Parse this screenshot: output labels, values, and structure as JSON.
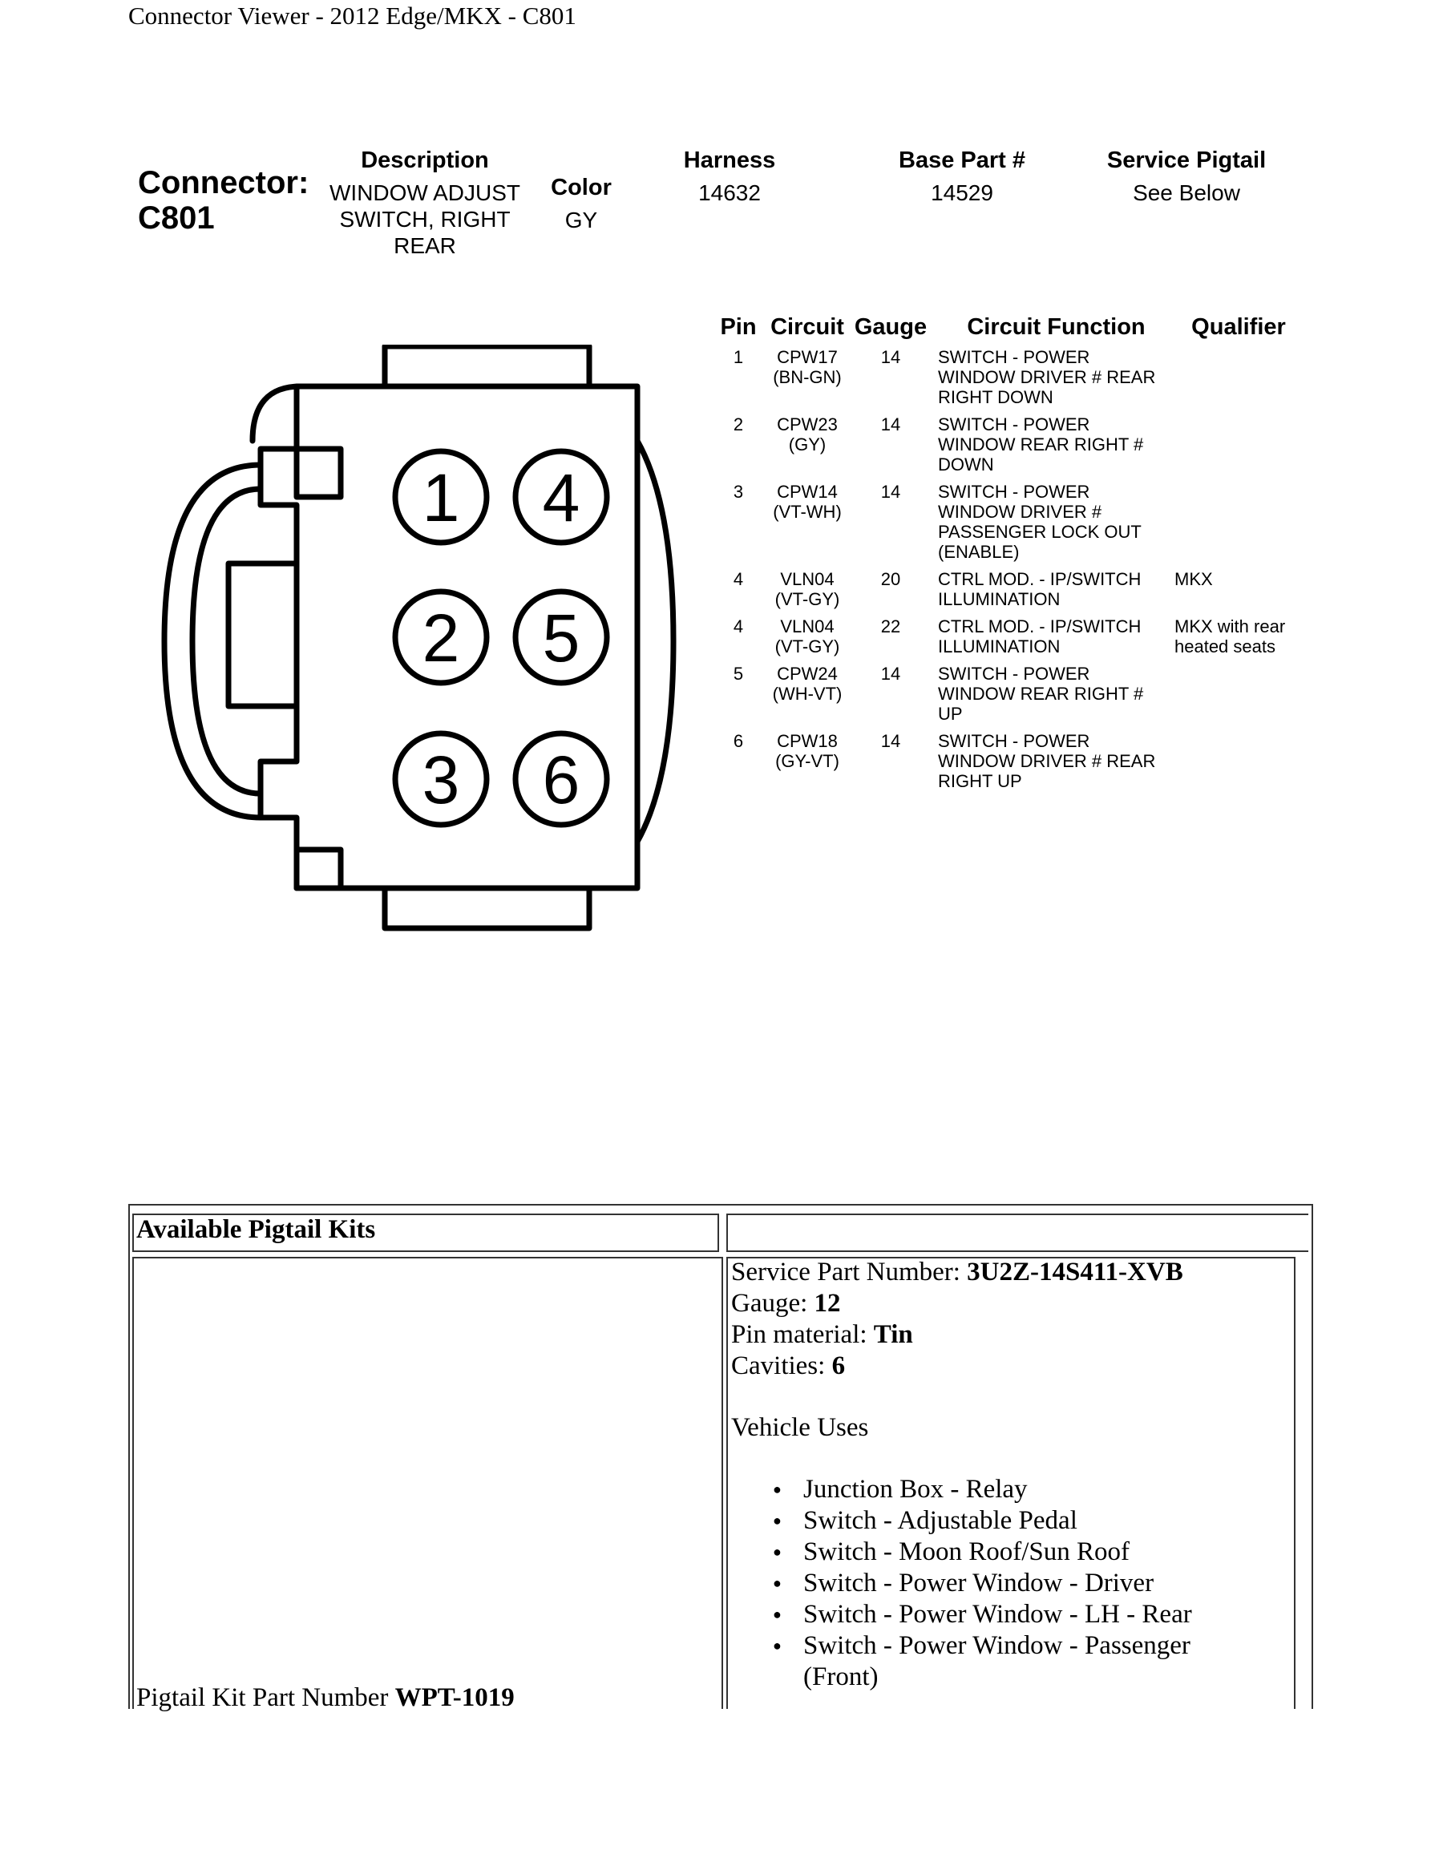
{
  "page": {
    "title": "Connector Viewer - 2012 Edge/MKX - C801"
  },
  "connector": {
    "label": "Connector:",
    "id": "C801",
    "description_header": "Description",
    "description_lines": [
      "WINDOW ADJUST",
      "SWITCH, RIGHT",
      "REAR"
    ],
    "color_header": "Color",
    "color": "GY",
    "harness_header": "Harness",
    "harness": "14632",
    "base_part_header": "Base Part #",
    "base_part": "14529",
    "service_pigtail_header": "Service Pigtail",
    "service_pigtail": "See Below"
  },
  "diagram": {
    "cavities": [
      "1",
      "2",
      "3",
      "4",
      "5",
      "6"
    ]
  },
  "pin_table": {
    "headers": [
      "Pin",
      "Circuit",
      "Gauge",
      "Circuit Function",
      "Qualifier"
    ],
    "rows": [
      {
        "pin": "1",
        "circuit": [
          "CPW17",
          "(BN-GN)"
        ],
        "gauge": "14",
        "function": [
          "SWITCH - POWER",
          "WINDOW DRIVER # REAR",
          "RIGHT DOWN"
        ],
        "qualifier": []
      },
      {
        "pin": "2",
        "circuit": [
          "CPW23",
          "(GY)"
        ],
        "gauge": "14",
        "function": [
          "SWITCH - POWER",
          "WINDOW REAR RIGHT #",
          "DOWN"
        ],
        "qualifier": []
      },
      {
        "pin": "3",
        "circuit": [
          "CPW14",
          "(VT-WH)"
        ],
        "gauge": "14",
        "function": [
          "SWITCH - POWER",
          "WINDOW DRIVER #",
          "PASSENGER LOCK OUT",
          "(ENABLE)"
        ],
        "qualifier": []
      },
      {
        "pin": "4",
        "circuit": [
          "VLN04",
          "(VT-GY)"
        ],
        "gauge": "20",
        "function": [
          "CTRL MOD. - IP/SWITCH",
          "ILLUMINATION"
        ],
        "qualifier": [
          "MKX"
        ]
      },
      {
        "pin": "4",
        "circuit": [
          "VLN04",
          "(VT-GY)"
        ],
        "gauge": "22",
        "function": [
          "CTRL MOD. - IP/SWITCH",
          "ILLUMINATION"
        ],
        "qualifier": [
          "MKX with rear",
          "heated seats"
        ]
      },
      {
        "pin": "5",
        "circuit": [
          "CPW24",
          "(WH-VT)"
        ],
        "gauge": "14",
        "function": [
          "SWITCH - POWER",
          "WINDOW REAR RIGHT #",
          "UP"
        ],
        "qualifier": []
      },
      {
        "pin": "6",
        "circuit": [
          "CPW18",
          "(GY-VT)"
        ],
        "gauge": "14",
        "function": [
          "SWITCH - POWER",
          "WINDOW DRIVER # REAR",
          "RIGHT UP"
        ],
        "qualifier": []
      }
    ]
  },
  "pigtail": {
    "heading": "Available Pigtail Kits",
    "service_part_label": "Service Part Number: ",
    "service_part_value": "3U2Z-14S411-XVB",
    "gauge_label": "Gauge: ",
    "gauge_value": "12",
    "pin_material_label": "Pin material: ",
    "pin_material_value": "Tin",
    "cavities_label": "Cavities: ",
    "cavities_value": "6",
    "vehicle_uses_label": "Vehicle Uses",
    "vehicle_uses": [
      "Junction Box - Relay",
      "Switch - Adjustable Pedal",
      "Switch - Moon Roof/Sun Roof",
      "Switch - Power Window - Driver",
      "Switch - Power Window - LH - Rear",
      "Switch - Power Window - Passenger (Front)"
    ],
    "kit_part_label": "Pigtail Kit Part Number ",
    "kit_part_value": "WPT-1019"
  }
}
